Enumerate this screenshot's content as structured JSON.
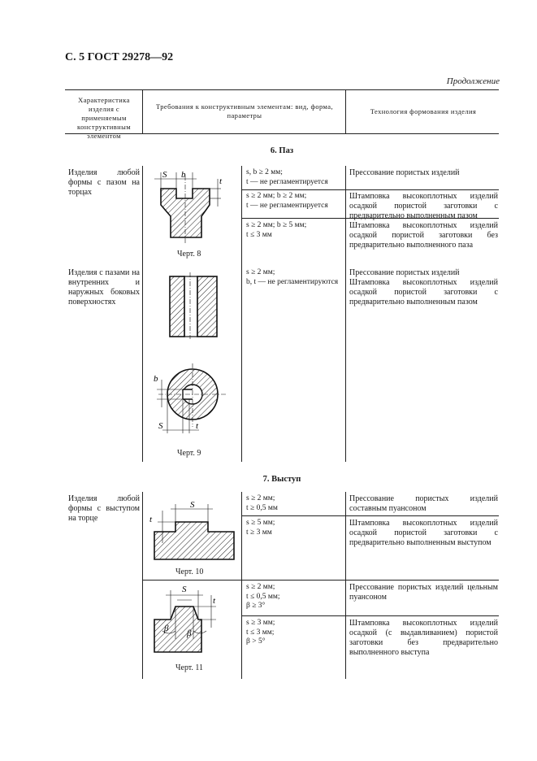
{
  "page": {
    "header": "С. 5 ГОСТ 29278—92",
    "continuation": "Продолжение"
  },
  "table": {
    "headers": [
      "Характеристика изделия с применяемым конструктивным элементом",
      "Требования к конструктивным элементам: вид, форма, параметры",
      "Технология формования изделия"
    ]
  },
  "sections": [
    {
      "title": "6. Паз",
      "groups": [
        {
          "product": "Изделия любой формы с пазом на торцах",
          "figure": "Черт. 8",
          "rows": [
            {
              "req": [
                "s, b ≥ 2 мм;",
                "t — не регламентируется"
              ],
              "tech": "Прессование пористых изделий"
            },
            {
              "req": [
                "s ≥ 2 мм; b ≥ 2 мм;",
                "t — не регламентируется"
              ],
              "tech": "Штамповка высокоплотных изделий осадкой пористой заготовки с предварительно выполненным пазом"
            },
            {
              "req": [
                "s ≥ 2 мм; b ≥ 5 мм;",
                "t ≤ 3 мм"
              ],
              "tech": "Штамповка высокоплотных изделий осадкой пористой заготовки без предварительно выполненного паза"
            }
          ]
        },
        {
          "product": "Изделия с пазами на внутренних и наружных боковых поверхностях",
          "figure": "Черт. 9",
          "rows": [
            {
              "req": [
                "s ≥ 2 мм;",
                "b, t — не регламентируются"
              ],
              "tech": "Прессование пористых изделий"
            },
            {
              "req": [],
              "tech": "Штамповка высокоплотных изделий осадкой пористой заготовки с предварительно выполненным пазом"
            }
          ]
        }
      ]
    },
    {
      "title": "7. Выступ",
      "groups": [
        {
          "product": "Изделия любой формы с выступом на торце",
          "figure": "Черт. 10",
          "rows": [
            {
              "req": [
                "s ≥ 2 мм;",
                "t ≥ 0,5 мм"
              ],
              "tech": "Прессование пористых изделий составным пуансоном"
            },
            {
              "req": [
                "s ≥ 5 мм;",
                "t ≥ 3 мм"
              ],
              "tech": "Штамповка высокоплотных изделий осадкой пористой заготовки с предварительно выполненным выступом"
            }
          ]
        },
        {
          "product": "",
          "figure": "Черт. 11",
          "rows": [
            {
              "req": [
                "s ≥ 2 мм;",
                "t ≤ 0,5 мм;",
                "β ≥ 3°"
              ],
              "tech": "Прессование пористых изделий цельным пуансоном"
            },
            {
              "req": [
                "s ≥ 3 мм;",
                "t ≤ 3 мм;",
                "β > 5°"
              ],
              "tech": "Штамповка высокоплотных изделий осадкой (с выдавливанием) пористой заготовки без предварительно выполненного выступа"
            }
          ]
        }
      ]
    }
  ],
  "figure_labels": {
    "s": "S",
    "b": "b",
    "t": "t",
    "beta": "β"
  }
}
